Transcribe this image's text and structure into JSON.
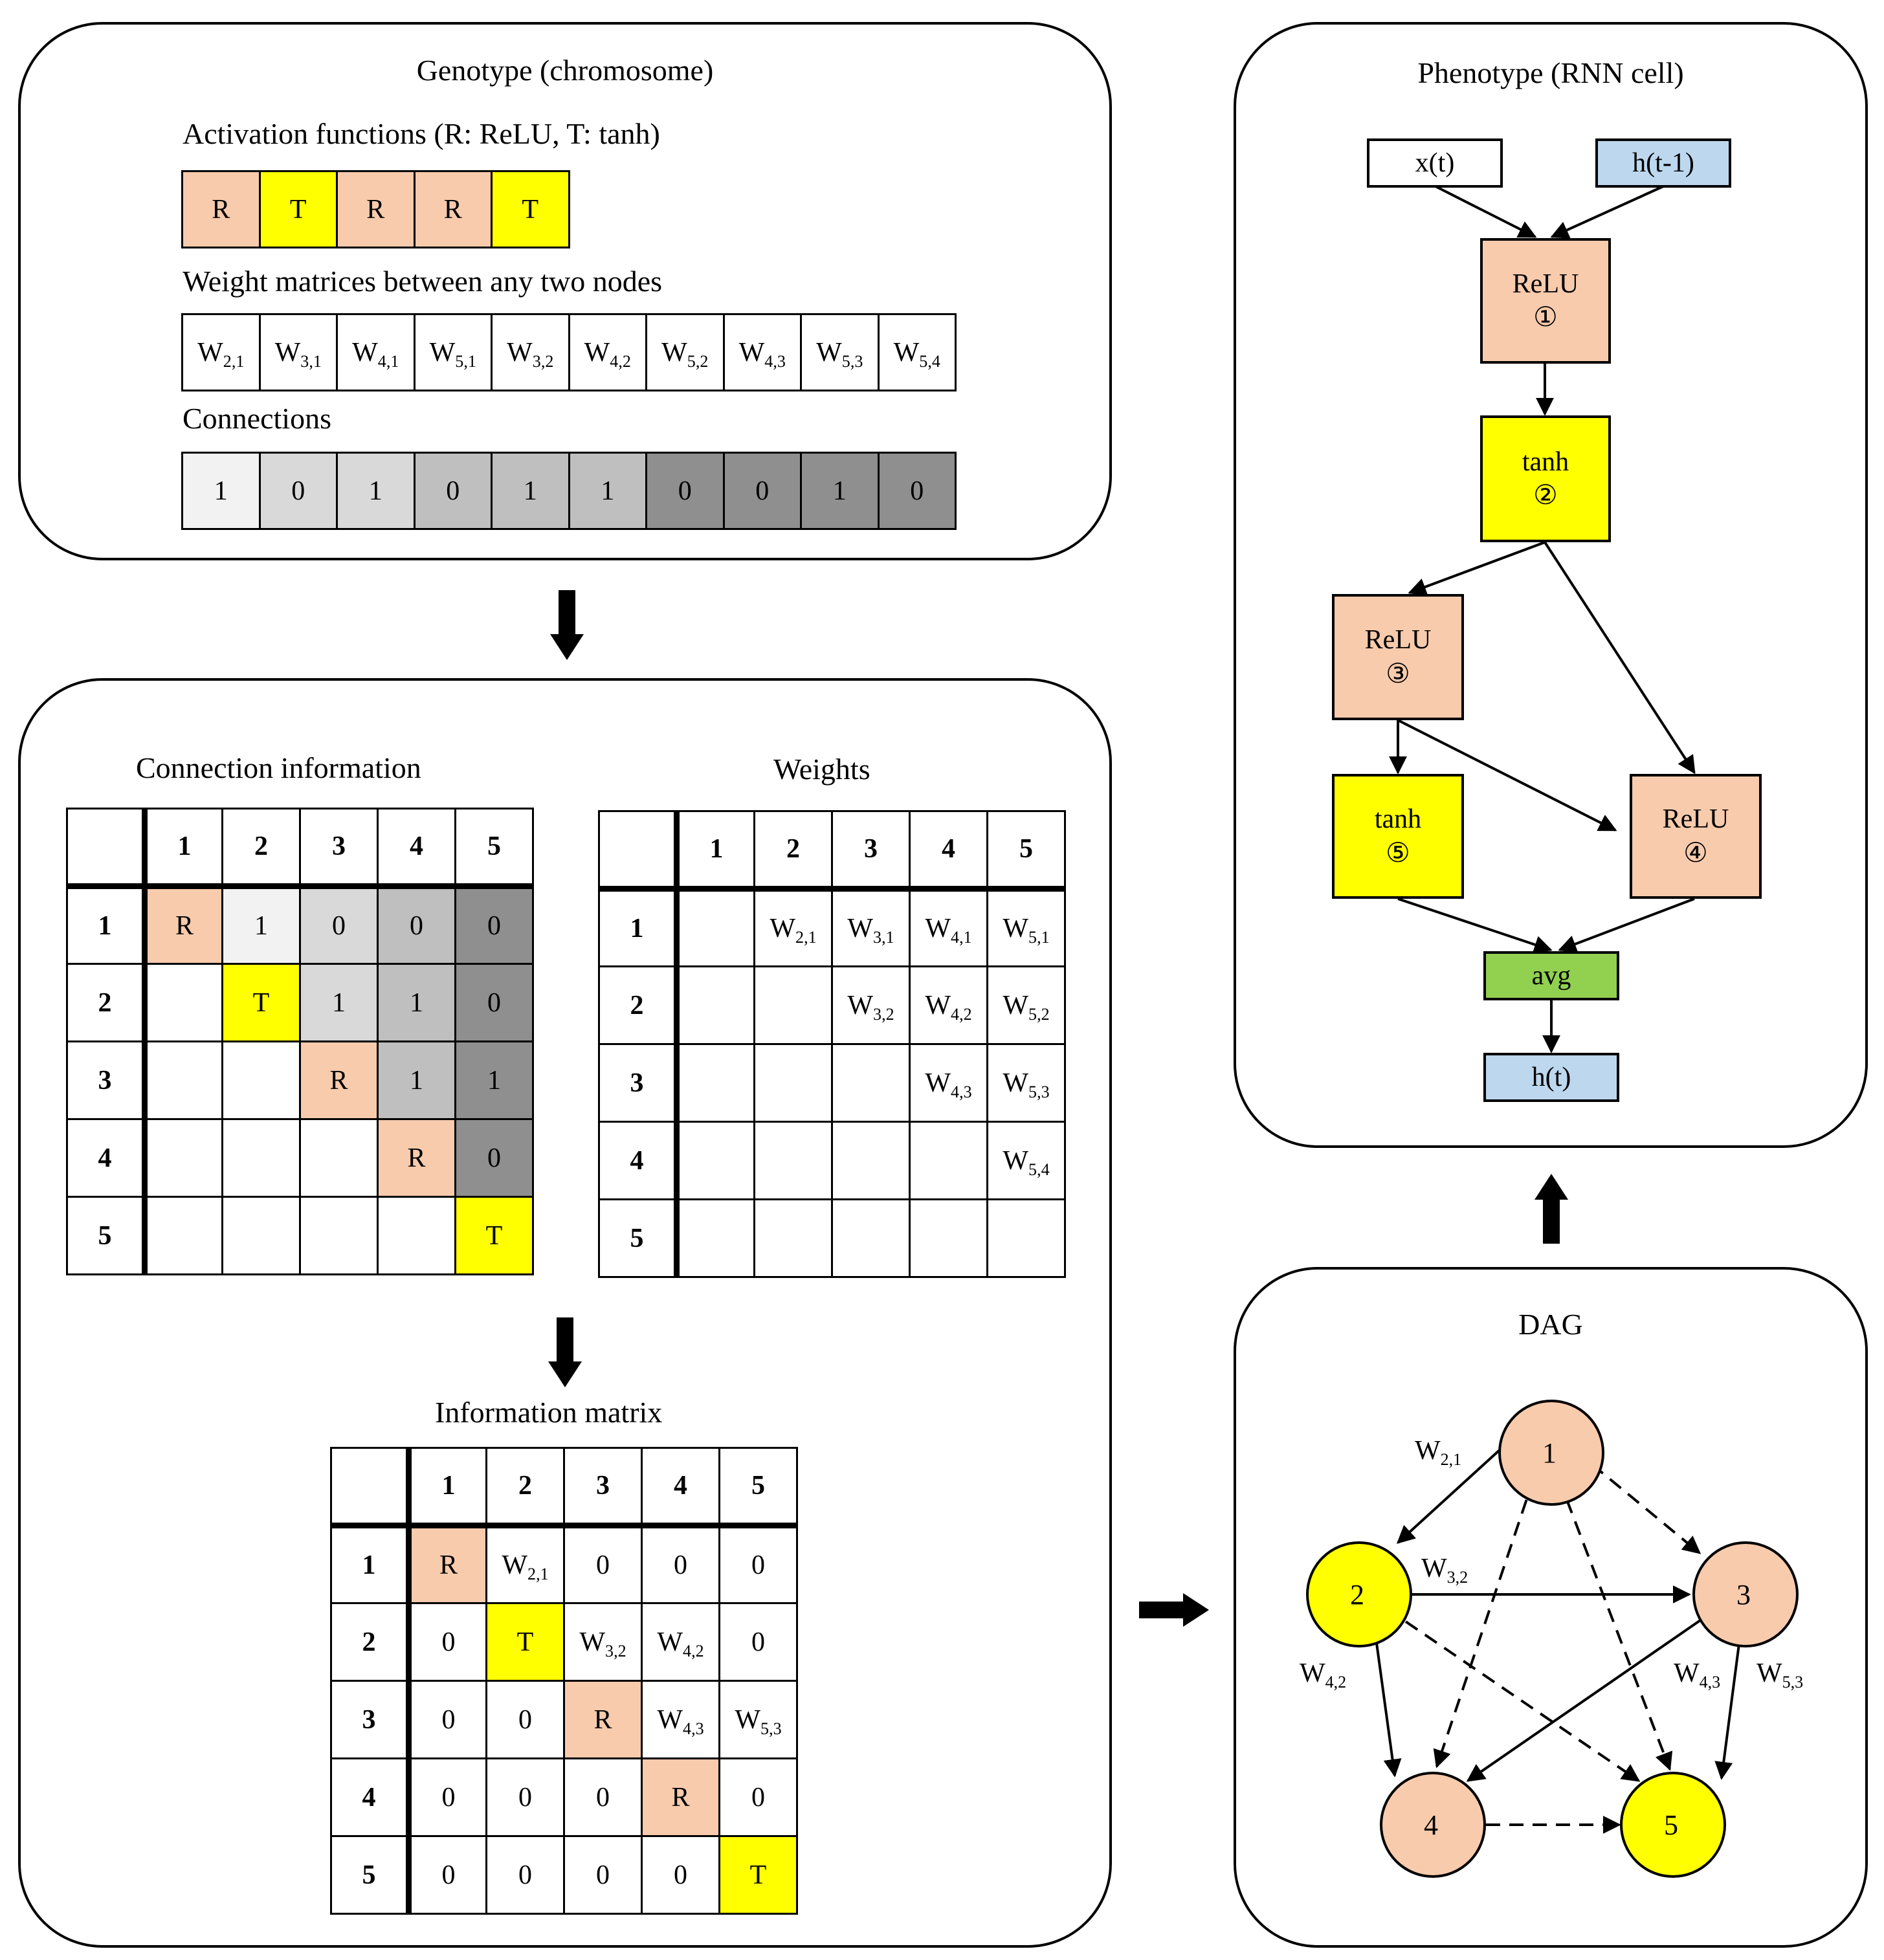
{
  "colors": {
    "relu": "#f8cbad",
    "tanh": "#ffff00",
    "input_blue": "#bdd7ee",
    "avg_green": "#92d050",
    "gray_scale": [
      "#f2f2f2",
      "#d9d9d9",
      "#bfbfbf",
      "#a6a6a6",
      "#8f8f8f"
    ]
  },
  "genotype": {
    "title": "Genotype (chromosome)",
    "activation_label": "Activation functions (R: ReLU, T: tanh)",
    "activations": [
      "R",
      "T",
      "R",
      "R",
      "T"
    ],
    "weights_label": "Weight matrices between any two nodes",
    "weights": [
      [
        "W",
        "2,1"
      ],
      [
        "W",
        "3,1"
      ],
      [
        "W",
        "4,1"
      ],
      [
        "W",
        "5,1"
      ],
      [
        "W",
        "3,2"
      ],
      [
        "W",
        "4,2"
      ],
      [
        "W",
        "5,2"
      ],
      [
        "W",
        "4,3"
      ],
      [
        "W",
        "5,3"
      ],
      [
        "W",
        "5,4"
      ]
    ],
    "connections_label": "Connections",
    "connections": [
      "1",
      "0",
      "1",
      "0",
      "1",
      "1",
      "0",
      "0",
      "1",
      "0"
    ]
  },
  "middle": {
    "connection_info_title": "Connection information",
    "weights_title": "Weights",
    "info_matrix_title": "Information matrix",
    "headers": [
      "1",
      "2",
      "3",
      "4",
      "5"
    ],
    "connection_info": [
      [
        "R",
        "1",
        "0",
        "0",
        "0"
      ],
      [
        "",
        "T",
        "1",
        "1",
        "0"
      ],
      [
        "",
        "",
        "R",
        "1",
        "1"
      ],
      [
        "",
        "",
        "",
        "R",
        "0"
      ],
      [
        "",
        "",
        "",
        "",
        "T"
      ]
    ],
    "weights_matrix": [
      [
        "",
        [
          "W",
          "2,1"
        ],
        [
          "W",
          "3,1"
        ],
        [
          "W",
          "4,1"
        ],
        [
          "W",
          "5,1"
        ]
      ],
      [
        "",
        "",
        [
          "W",
          "3,2"
        ],
        [
          "W",
          "4,2"
        ],
        [
          "W",
          "5,2"
        ]
      ],
      [
        "",
        "",
        "",
        [
          "W",
          "4,3"
        ],
        [
          "W",
          "5,3"
        ]
      ],
      [
        "",
        "",
        "",
        "",
        [
          "W",
          "5,4"
        ]
      ],
      [
        "",
        "",
        "",
        "",
        ""
      ]
    ],
    "info_matrix": [
      [
        "R",
        [
          "W",
          "2,1"
        ],
        "0",
        "0",
        "0"
      ],
      [
        "0",
        "T",
        [
          "W",
          "3,2"
        ],
        [
          "W",
          "4,2"
        ],
        "0"
      ],
      [
        "0",
        "0",
        "R",
        [
          "W",
          "4,3"
        ],
        [
          "W",
          "5,3"
        ]
      ],
      [
        "0",
        "0",
        "0",
        "R",
        "0"
      ],
      [
        "0",
        "0",
        "0",
        "0",
        "T"
      ]
    ]
  },
  "phenotype": {
    "title": "Phenotype (RNN cell)",
    "input_x": "x(t)",
    "input_h": "h(t-1)",
    "nodes": [
      {
        "name": "ReLU",
        "num": "①"
      },
      {
        "name": "tanh",
        "num": "②"
      },
      {
        "name": "ReLU",
        "num": "③"
      },
      {
        "name": "tanh",
        "num": "⑤"
      },
      {
        "name": "ReLU",
        "num": "④"
      }
    ],
    "avg": "avg",
    "output": "h(t)"
  },
  "dag": {
    "title": "DAG",
    "nodes": [
      "1",
      "2",
      "3",
      "4",
      "5"
    ],
    "edge_labels": [
      [
        "W",
        "2,1"
      ],
      [
        "W",
        "3,2"
      ],
      [
        "W",
        "4,2"
      ],
      [
        "W",
        "4,3"
      ],
      [
        "W",
        "5,3"
      ]
    ]
  }
}
